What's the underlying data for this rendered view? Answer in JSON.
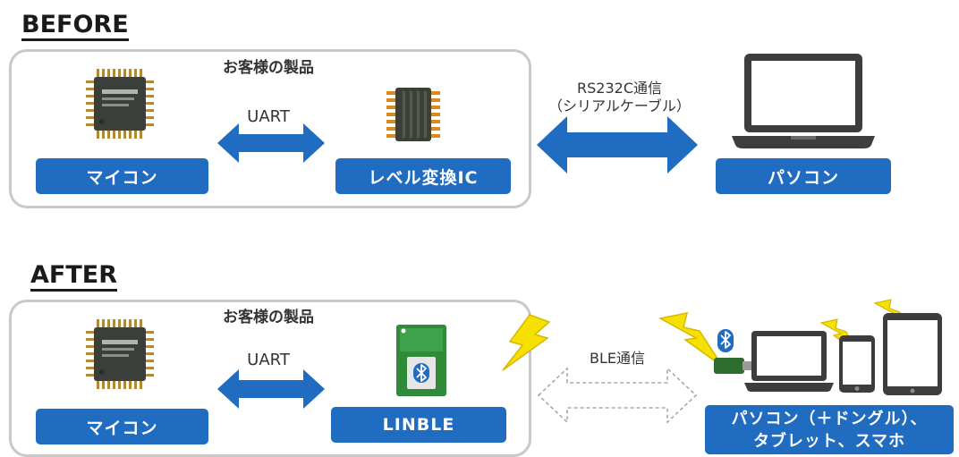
{
  "before": {
    "heading": "BEFORE",
    "box_title": "お客様の製品",
    "mcu_label": "マイコン",
    "link_label": "UART",
    "converter_label": "レベル変換IC",
    "comm_label": "RS232C通信",
    "comm_sublabel": "（シリアルケーブル）",
    "pc_label": "パソコン"
  },
  "after": {
    "heading": "AFTER",
    "box_title": "お客様の製品",
    "mcu_label": "マイコン",
    "link_label": "UART",
    "module_label": "LINBLE",
    "comm_label": "BLE通信",
    "devices_label_line1": "パソコン（＋ドングル）、",
    "devices_label_line2": "タブレット、スマホ"
  },
  "colors": {
    "label_bg": "#1f6cc0",
    "arrow": "#1f6cc0",
    "box_border": "#c9c9c9",
    "lightning": "#f5e000",
    "device": "#3d3d3d"
  },
  "icons": [
    "microcontroller-chip-icon",
    "ic-chip-icon",
    "laptop-icon",
    "ble-module-icon",
    "bluetooth-icon",
    "lightning-icon",
    "usb-dongle-icon",
    "smartphone-icon",
    "tablet-icon"
  ]
}
